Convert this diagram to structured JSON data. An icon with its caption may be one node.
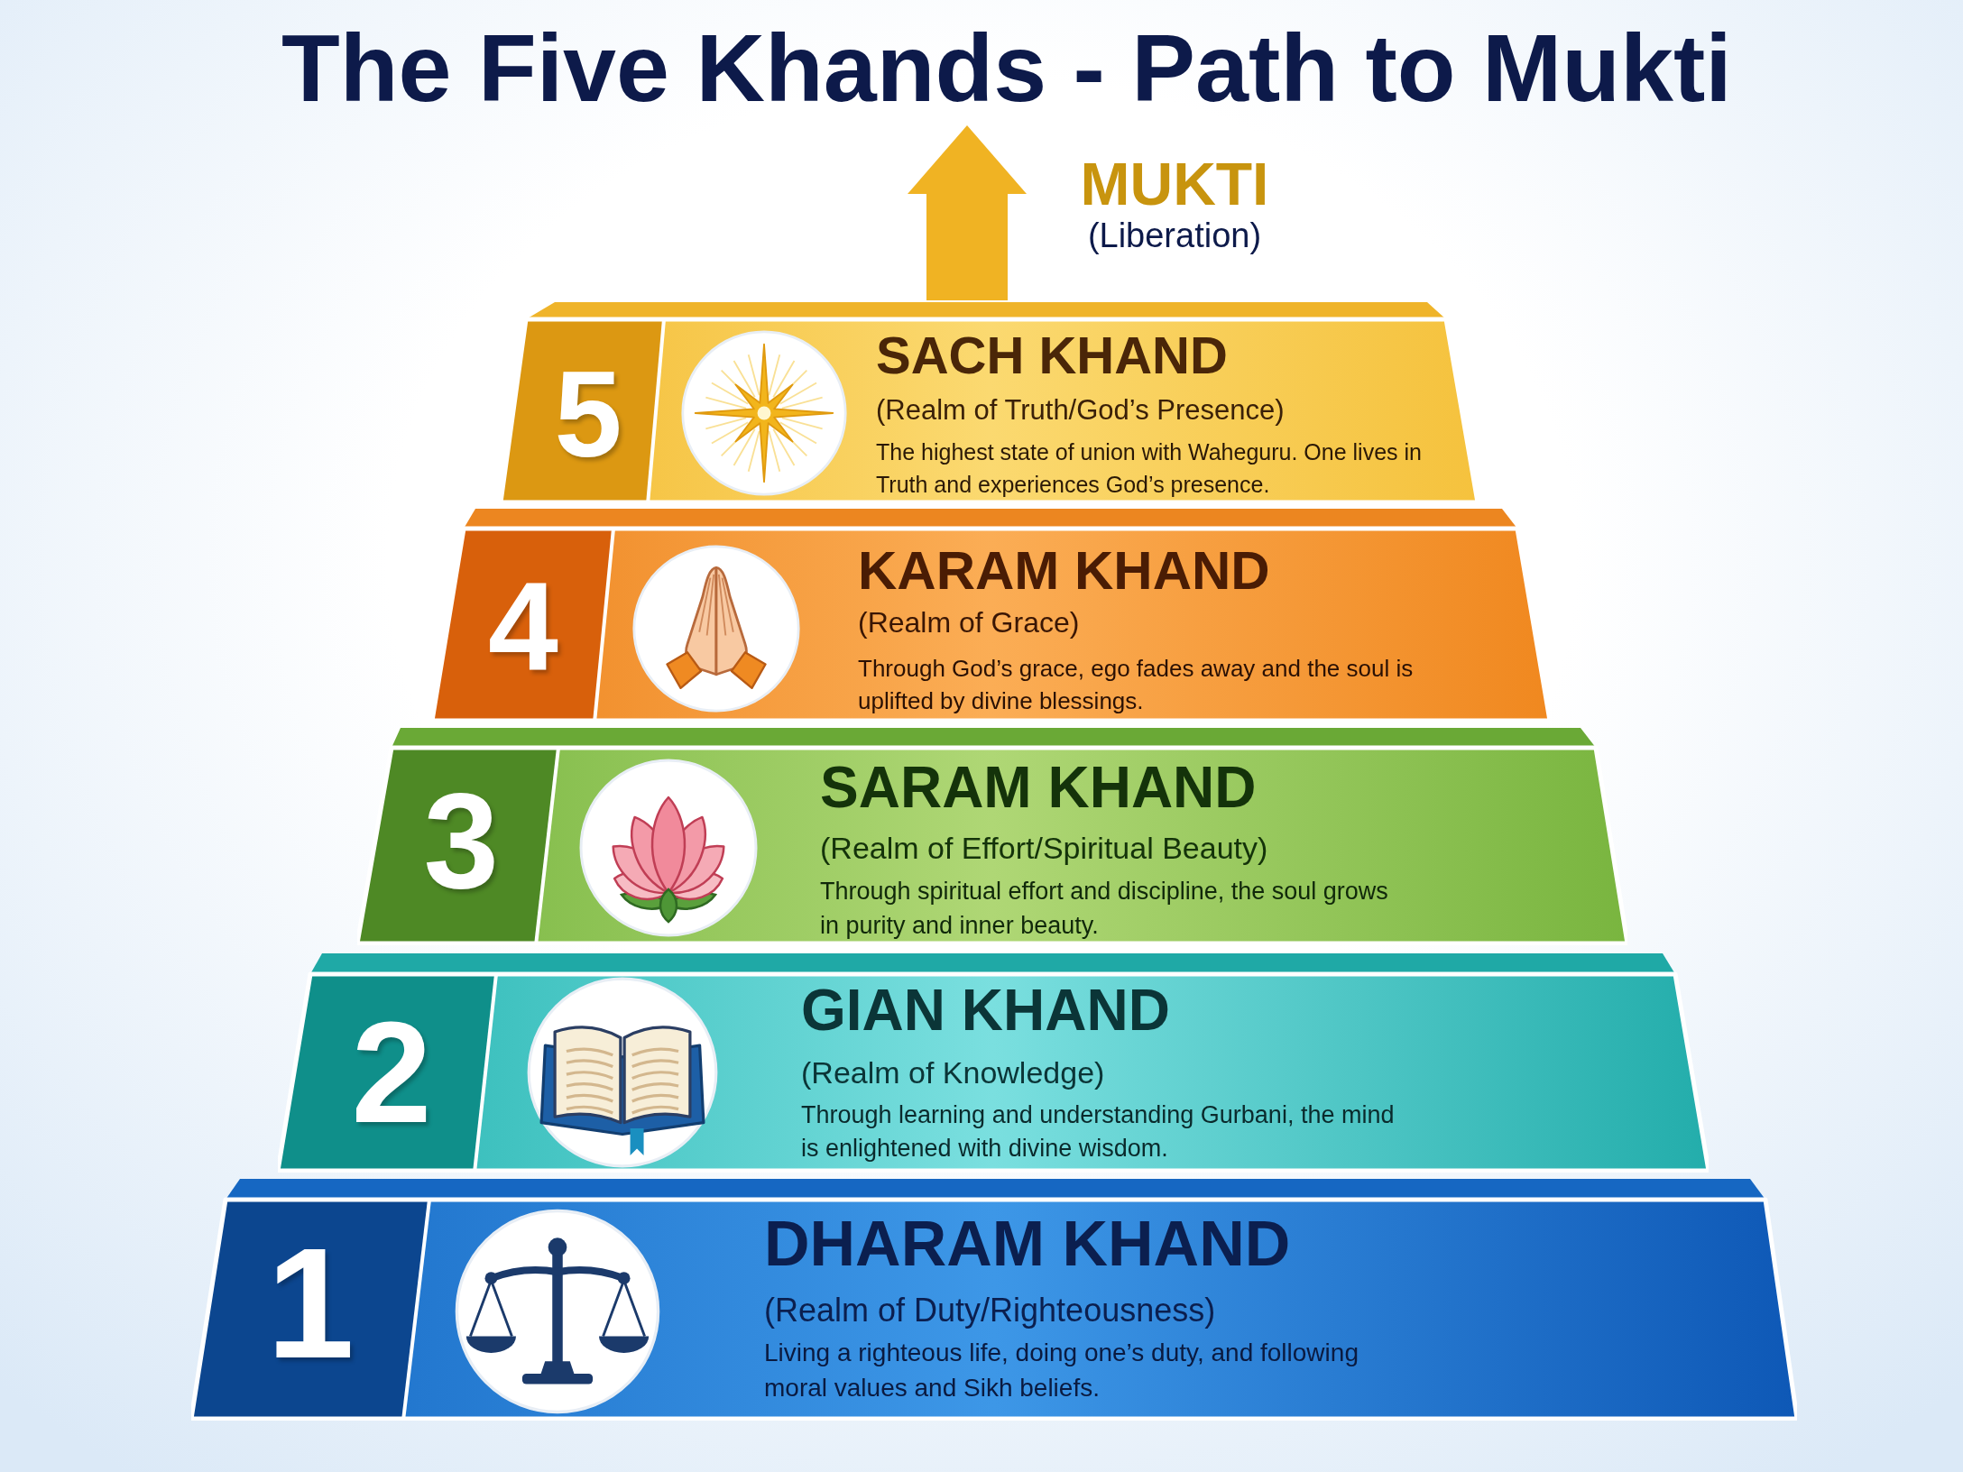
{
  "diagram": {
    "title": "The Five Khands - Path to Mukti",
    "nodes": [
      {
        "text": [
          "MUKTI",
          "(Liberation)"
        ]
      },
      {
        "text": [
          "5",
          "SACH KHAND",
          "(Realm of Truth/God’s Presence)",
          "The highest state of union with Waheguru. One lives in Truth and experiences God’s presence."
        ]
      },
      {
        "text": [
          "4",
          "KARAM KHAND",
          "(Realm of Grace)",
          "Through God’s grace, ego fades away and the soul is uplifted by divine blessings."
        ]
      },
      {
        "text": [
          "3",
          "SARAM KHAND",
          "(Realm of Effort/Spiritual Beauty)",
          "Through spiritual effort and discipline, the soul grows in purity and inner beauty."
        ]
      },
      {
        "text": [
          "2",
          "GIAN KHAND",
          "(Realm of Knowledge)",
          "Through learning and understanding Gurbani, the mind is enlightened with divine wisdom."
        ]
      },
      {
        "text": [
          "1",
          "DHARAM KHAND",
          "(Realm of Duty/Righteousness)",
          "Living a righteous life, doing one’s duty, and following moral values and Sikh beliefs."
        ]
      }
    ],
    "edges": [
      {
        "from": 1,
        "to": 0,
        "arrow": "to"
      }
    ]
  }
}
